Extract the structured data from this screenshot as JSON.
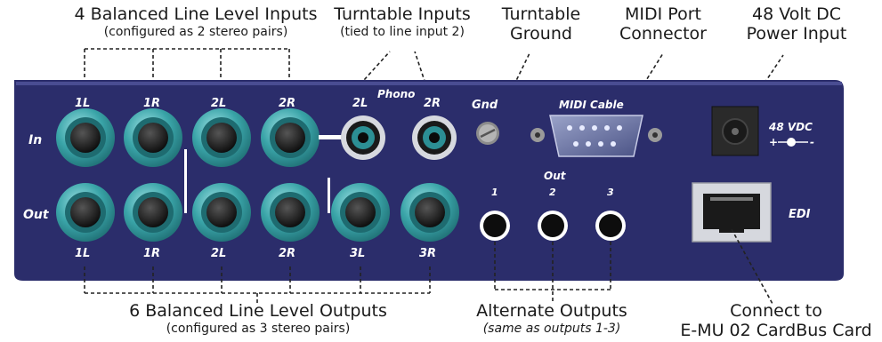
{
  "callouts": {
    "balanced_inputs": {
      "title": "4 Balanced Line Level Inputs",
      "sub": "(configured as 2 stereo pairs)"
    },
    "turntable_inputs": {
      "title": "Turntable Inputs",
      "sub": "(tied to line input 2)"
    },
    "turntable_ground": {
      "line1": "Turntable",
      "line2": "Ground"
    },
    "midi_port": {
      "line1": "MIDI Port",
      "line2": "Connector"
    },
    "power_input": {
      "line1": "48 Volt DC",
      "line2": "Power Input"
    },
    "balanced_outputs": {
      "title": "6 Balanced Line Level Outputs",
      "sub": "(configured as 3 stereo pairs)"
    },
    "alternate_outputs": {
      "title": "Alternate Outputs",
      "sub": "(same as outputs 1-3)"
    },
    "connect_card": {
      "line1": "Connect to",
      "line2": "E-MU 02 CardBus Card"
    }
  },
  "panel": {
    "row_in_label": "In",
    "row_out_label": "Out",
    "in_jacks": [
      "1L",
      "1R",
      "2L",
      "2R"
    ],
    "out_jacks": [
      "1L",
      "1R",
      "2L",
      "2R",
      "3L",
      "3R"
    ],
    "phono_label": "Phono",
    "phono_jacks": [
      "2L",
      "2R"
    ],
    "gnd_label": "Gnd",
    "midi_label": "MIDI Cable",
    "alt_out_label": "Out",
    "alt_out_jacks": [
      "1",
      "2",
      "3"
    ],
    "power_label": "48 VDC",
    "polarity": "+",
    "polarity_neg": "-",
    "edi_label": "EDI"
  },
  "colors": {
    "panel": "#2b2d6b",
    "jack_ring": "#3aa4a8",
    "jack_hole": "#111111"
  }
}
